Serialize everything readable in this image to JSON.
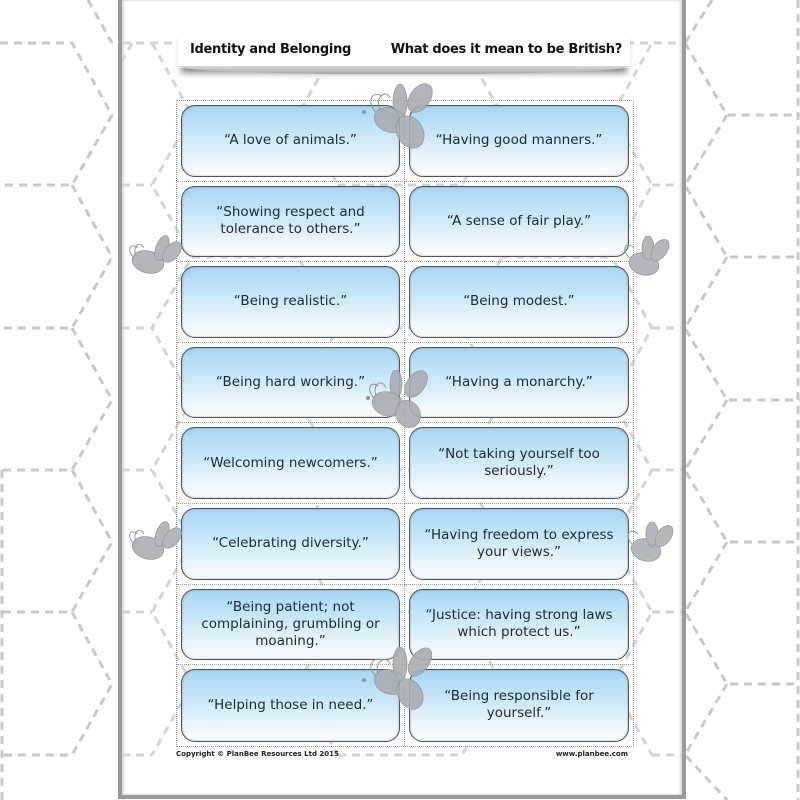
{
  "header": {
    "left_title": "Identity and Belonging",
    "right_title": "What does it mean to be British?"
  },
  "cards": [
    {
      "text": "“A love of animals.”"
    },
    {
      "text": "“Having good manners.”"
    },
    {
      "text": "“Showing respect and\ntolerance to others.”"
    },
    {
      "text": "“A sense of fair play.”"
    },
    {
      "text": "“Being realistic.”"
    },
    {
      "text": "“Being modest.”"
    },
    {
      "text": "“Being hard working.”"
    },
    {
      "text": "“Having a monarchy.”"
    },
    {
      "text": "“Welcoming newcomers.”"
    },
    {
      "text": "“Not taking yourself too\nseriously.”"
    },
    {
      "text": "“Celebrating diversity.”"
    },
    {
      "text": "“Having freedom to express\nyour views.”"
    },
    {
      "text": "“Being patient; not\ncomplaining, grumbling or\nmoaning.”"
    },
    {
      "text": "“Justice: having strong laws\nwhich protect us.”"
    },
    {
      "text": "“Helping those in need.”"
    },
    {
      "text": "“Being responsible for\nyourself.”"
    }
  ],
  "footer": {
    "copyright": "Copyright © PlanBee Resources Ltd 2015",
    "website": "www.planbee.com"
  },
  "colors": {
    "card_top": "#a6d6f4",
    "card_bottom": "#fbfdff",
    "card_border": "#4a5560",
    "page_frame": "#9a9a9a",
    "bee": "#a9adb2"
  },
  "icons": {
    "bee": "bee-icon",
    "hex_pattern": "honeycomb-pattern"
  }
}
